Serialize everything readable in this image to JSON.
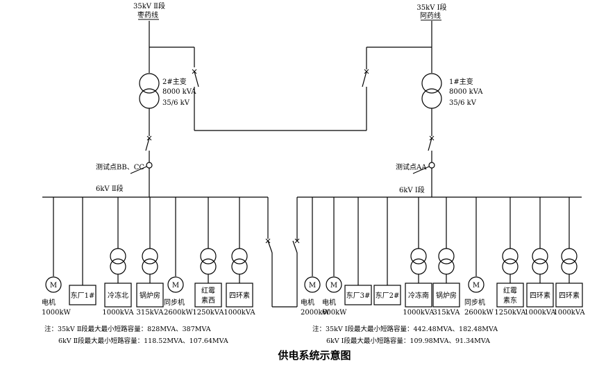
{
  "sources": {
    "left": {
      "bus": "35kV Ⅱ段",
      "line": "枣药线"
    },
    "right": {
      "bus": "35kV Ⅰ段",
      "line": "阿药线"
    }
  },
  "transformers": {
    "left": {
      "name": "2#主变",
      "capacity": "8000 kVA",
      "voltage": "35/6 kV"
    },
    "right": {
      "name": "1#主变",
      "capacity": "8000 kVA",
      "voltage": "35/6 kV"
    }
  },
  "test_points": {
    "left": "测试点BB、CC",
    "right": "测试点AA"
  },
  "buses": {
    "left": "6kV Ⅱ段",
    "right": "6kV Ⅰ段"
  },
  "left_loads": [
    {
      "kind": "motor",
      "name": "电机",
      "rating": "1000kW"
    },
    {
      "kind": "box",
      "name": "东厂1#",
      "rating": ""
    },
    {
      "kind": "transformer",
      "name": "冷冻北",
      "rating": "1000kVA"
    },
    {
      "kind": "transformer",
      "name": "锅炉房",
      "rating": "315kVA"
    },
    {
      "kind": "motor",
      "name": "同步机",
      "rating": "2600kW"
    },
    {
      "kind": "transformer",
      "name": "红霉素西",
      "rating": "1250kVA"
    },
    {
      "kind": "transformer",
      "name": "四环素",
      "rating": "1000kVA"
    }
  ],
  "right_loads": [
    {
      "kind": "motor",
      "name": "电机",
      "rating": "2000kW"
    },
    {
      "kind": "motor",
      "name": "电机",
      "rating": "600kW"
    },
    {
      "kind": "box",
      "name": "东厂3#",
      "rating": ""
    },
    {
      "kind": "box",
      "name": "东厂2#",
      "rating": ""
    },
    {
      "kind": "transformer",
      "name": "冷冻南",
      "rating": "1000kVA"
    },
    {
      "kind": "transformer",
      "name": "锅炉房",
      "rating": "315kVA"
    },
    {
      "kind": "motor",
      "name": "同步机",
      "rating": "2600kW"
    },
    {
      "kind": "transformer",
      "name": "红霉素东",
      "rating": "1250kVA"
    },
    {
      "kind": "transformer",
      "name": "四环素",
      "rating": "1000kVA"
    },
    {
      "kind": "transformer",
      "name": "四环素",
      "rating": "1000kVA"
    }
  ],
  "motor_symbol": "M",
  "notes": {
    "left_line1": "注：35kV Ⅱ段最大最小短路容量：828MVA、387MVA",
    "left_line2": "6kV Ⅱ段最大最小短路容量：118.52MVA、107.64MVA",
    "right_line1": "注：35kV Ⅰ段最大最小短路容量：442.48MVA、182.48MVA",
    "right_line2": "6kV Ⅰ段最大最小短路容量：109.98MVA、91.34MVA"
  },
  "title": "供电系统示意图"
}
